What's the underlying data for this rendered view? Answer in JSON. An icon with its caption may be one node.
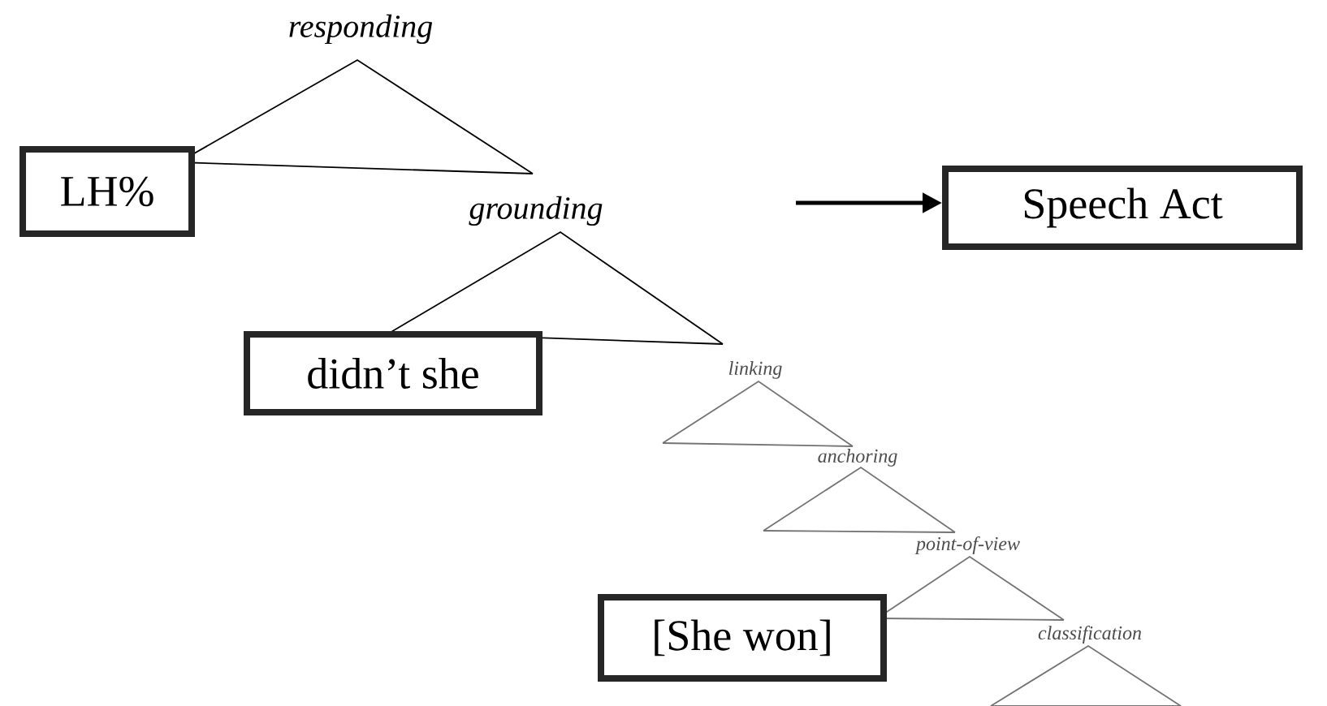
{
  "diagram": {
    "nodes": [
      {
        "text": [
          "LH%"
        ]
      },
      {
        "text": [
          "Speech Act"
        ]
      },
      {
        "text": [
          "didn’t she"
        ]
      },
      {
        "text": [
          "[She won]"
        ]
      }
    ],
    "edges": [
      {
        "from": null,
        "to": 1,
        "arrow": "to"
      }
    ],
    "labels": [
      "responding",
      "grounding",
      "linking",
      "anchoring",
      "point-of-view",
      "classification"
    ]
  }
}
